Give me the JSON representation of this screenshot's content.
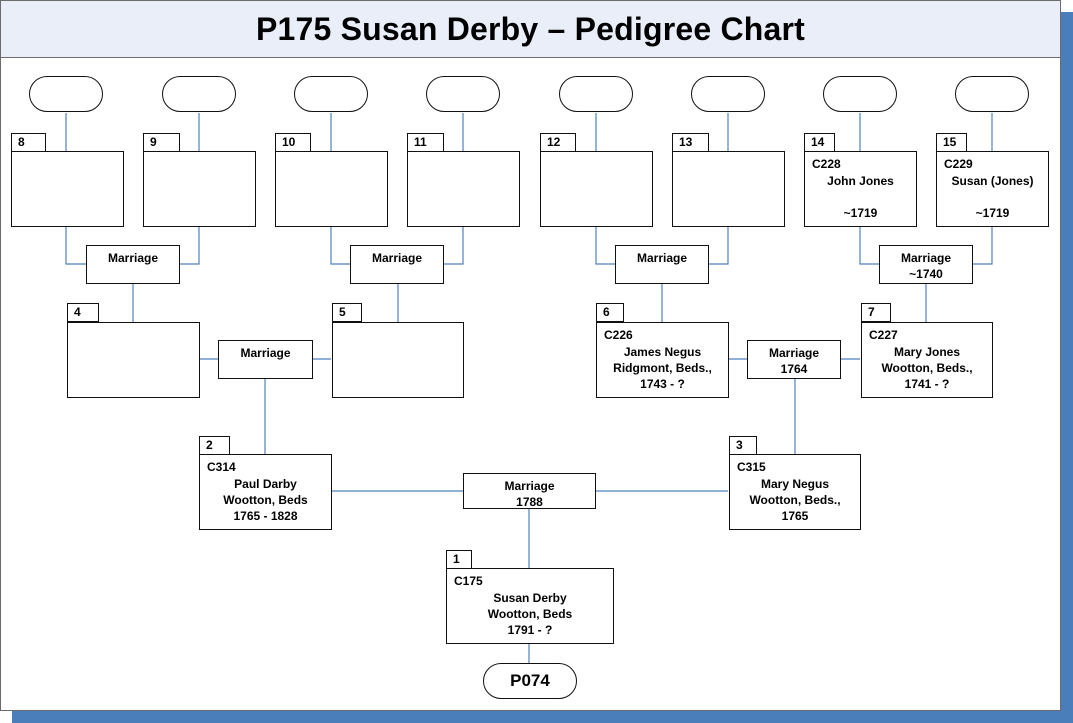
{
  "title": "P175 Susan Derby – Pedigree Chart",
  "colors": {
    "accent_shadow": "#4a7ebb",
    "header_bg": "#e9eef8",
    "connector": "#4f81bd"
  },
  "persons": {
    "p1": {
      "num": "1",
      "code": "C175",
      "name": "Susan Derby",
      "place": "Wootton, Beds",
      "dates": "1791 - ?"
    },
    "p2": {
      "num": "2",
      "code": "C314",
      "name": "Paul Darby",
      "place": "Wootton, Beds",
      "dates": "1765 - 1828"
    },
    "p3": {
      "num": "3",
      "code": "C315",
      "name": "Mary Negus",
      "place": "Wootton, Beds.,",
      "dates": "1765"
    },
    "p4": {
      "num": "4"
    },
    "p5": {
      "num": "5"
    },
    "p6": {
      "num": "6",
      "code": "C226",
      "name": "James Negus",
      "place": "Ridgmont, Beds.,",
      "dates": "1743 - ?"
    },
    "p7": {
      "num": "7",
      "code": "C227",
      "name": "Mary Jones",
      "place": "Wootton, Beds.,",
      "dates": "1741 - ?"
    },
    "p8": {
      "num": "8"
    },
    "p9": {
      "num": "9"
    },
    "p10": {
      "num": "10"
    },
    "p11": {
      "num": "11"
    },
    "p12": {
      "num": "12"
    },
    "p13": {
      "num": "13"
    },
    "p14": {
      "num": "14",
      "code": "C228",
      "name": "John Jones",
      "dates": "~1719"
    },
    "p15": {
      "num": "15",
      "code": "C229",
      "name": "Susan (Jones)",
      "dates": "~1719"
    }
  },
  "marriages": {
    "m_8_9": {
      "label": "Marriage"
    },
    "m_10_11": {
      "label": "Marriage"
    },
    "m_12_13": {
      "label": "Marriage"
    },
    "m_14_15": {
      "label": "Marriage",
      "date": "~1740"
    },
    "m_4_5": {
      "label": "Marriage"
    },
    "m_6_7": {
      "label": "Marriage",
      "date": "1764"
    },
    "m_2_3": {
      "label": "Marriage",
      "date": "1788"
    }
  },
  "reference": "P074"
}
